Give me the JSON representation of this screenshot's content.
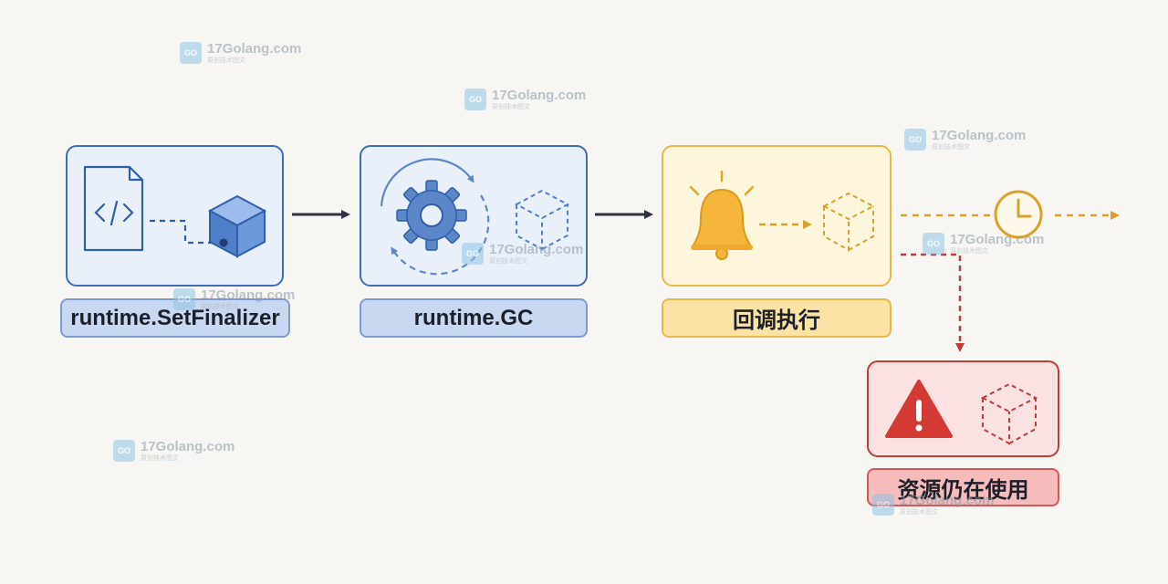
{
  "steps": [
    {
      "label": "runtime.SetFinalizer",
      "color": "#3f6db5"
    },
    {
      "label": "runtime.GC",
      "color": "#3f6db5"
    },
    {
      "label": "回调执行",
      "color": "#e6b84a"
    },
    {
      "label": "资源仍在使用",
      "color": "#c23b3b"
    }
  ],
  "icons": {
    "step1": [
      "code-file-icon",
      "solid-cube-icon"
    ],
    "step2": [
      "gear-icon",
      "cycle-arrows-icon",
      "dashed-cube-icon"
    ],
    "step3": [
      "bell-icon",
      "dashed-cube-icon",
      "clock-icon"
    ],
    "step4": [
      "warning-icon",
      "dashed-cube-icon"
    ]
  },
  "watermark": {
    "brand": "17Golang.com",
    "sub": "原创技术图文"
  },
  "colors": {
    "dark_arrow": "#2d3142",
    "gold": "#d9a12a",
    "red": "#c23b3b",
    "background": "#f7f6f3"
  }
}
